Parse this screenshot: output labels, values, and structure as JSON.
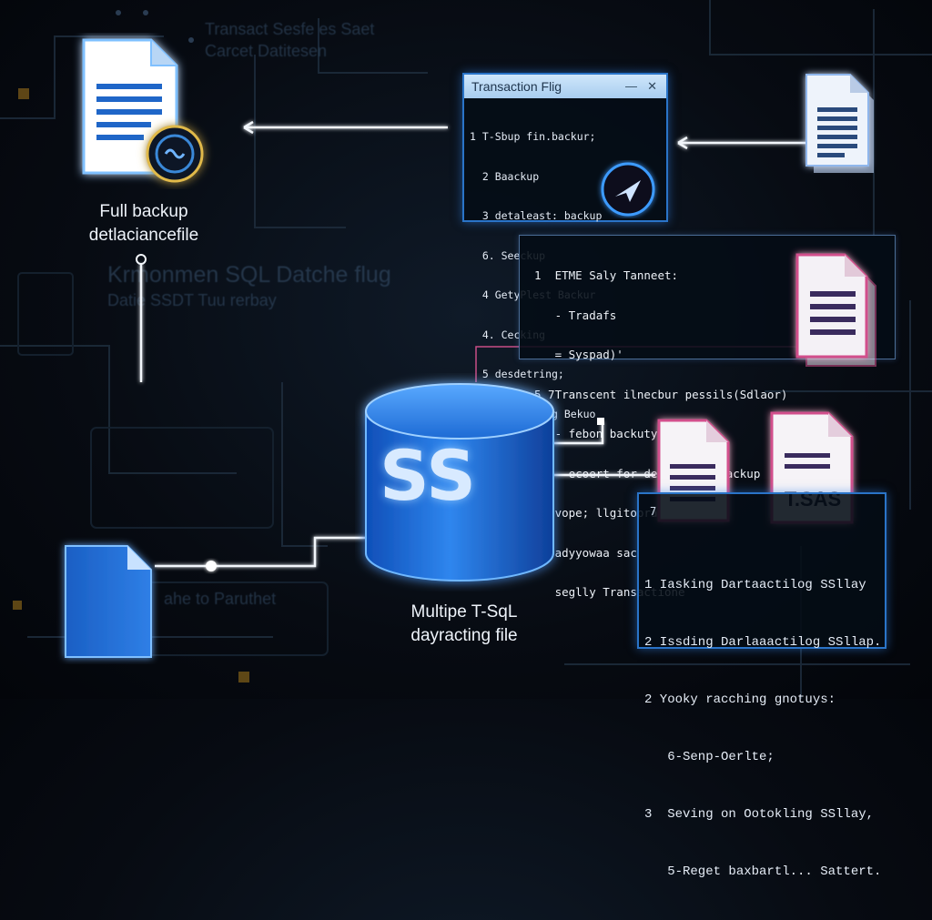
{
  "background_ghost_text": [
    "Transact Sesfe es Saet",
    "Carcet Datitesen",
    "Krmonmen SQL Datche flug",
    "Datie SSDT Tuu rerbay",
    "ahe to Paruthet"
  ],
  "full_backup": {
    "label_line1": "Full backup",
    "label_line2": "detlaciancefile"
  },
  "transaction_window": {
    "title": "Transaction Flig",
    "minimize_glyph": "—",
    "close_glyph": "✕",
    "lines": [
      "1 T-Sbup fin.backur;",
      "  2 Baackup",
      "  3 detaleast: backup",
      "  6. Seeckup",
      "  4 GetyPlest Backur",
      "  4. Cecking",
      "  5 desdetring;",
      "1 Rotwefirging Bekuo"
    ]
  },
  "middle_code_panel": {
    "lines": [
      "1  ETME Saly Tanneet:",
      "   - Tradafs",
      "   = Syspad)'",
      "5 7Transcent ilnecbur pessils(Sdlaor)",
      "   - febon backuty",
      "   - ecoert for dentersing backup",
      "   vope; llgitopracckurs",
      "   adyyowaa sac",
      "   seglly Transactione"
    ]
  },
  "database": {
    "logo_text": "SS",
    "label_line1": "Multipe T-SqL",
    "label_line2": "dayracting file"
  },
  "tsas_file": {
    "label": "T.SAS"
  },
  "bottom_code_panel": {
    "marker": "7",
    "lines": [
      "1 Iasking Dartaactilog SSllay",
      "2 Issding Darlaaactilog SSllap.",
      "2 Yooky racching gnotuys:",
      "   6-Senp-Oerlte;",
      "3  Seving on Ootokling SSllay,",
      "   5-Reget baxbartl... Sattert."
    ]
  },
  "colors": {
    "accent_blue": "#2e7fe0",
    "accent_pink": "#d2508c",
    "doc_blue": "#1e64c8",
    "doc_pink_bar": "#3a2b5e"
  }
}
